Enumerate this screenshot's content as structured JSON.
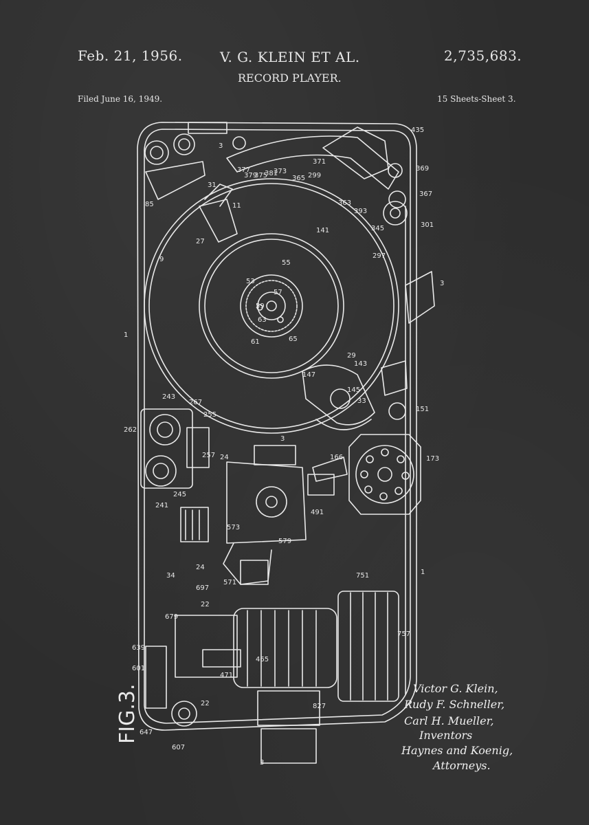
{
  "header": {
    "date": "Feb. 21, 1956.",
    "inventors": "V. G. KLEIN ET AL.",
    "patent_number": "2,735,683.",
    "title": "RECORD PLAYER.",
    "filed": "Filed June 16, 1949.",
    "sheets": "15 Sheets-Sheet 3."
  },
  "figure_label": "FIG.3.",
  "signature": {
    "line1": "Victor G. Klein,",
    "line2": "Rudy F. Schneller,",
    "line3": "Carl H. Mueller,",
    "line4": "Inventors",
    "line5": "Haynes and Koenig,",
    "line6": "Attorneys."
  },
  "reference_numerals": {
    "r1": "1",
    "r3": "3",
    "r9": "9",
    "r11": "11",
    "r27": "27",
    "r29": "29",
    "r31": "31",
    "r33": "33",
    "r53": "53",
    "r55": "55",
    "r57": "57",
    "r59": "59",
    "r61": "61",
    "r63": "63",
    "r65": "65",
    "r85": "85",
    "r141": "141",
    "r143": "143",
    "r145": "145",
    "r147": "147",
    "r151": "151",
    "r166": "166",
    "r173": "173",
    "r241": "241",
    "r243": "243",
    "r245": "245",
    "r255": "255",
    "r257": "257",
    "r262": "262",
    "r267": "267",
    "r297": "297",
    "r299": "299",
    "r301": "301",
    "r345": "345",
    "r363": "363",
    "r365": "365",
    "r367": "367",
    "r369": "369",
    "r371": "371",
    "r373": "373",
    "r375": "375",
    "r377": "377",
    "r379": "379",
    "r381": "381",
    "r393": "393",
    "r435": "435",
    "r465": "465",
    "r471": "471",
    "r491": "491",
    "r571": "571",
    "r573": "573",
    "r579": "579",
    "r601": "601",
    "r607": "607",
    "r639": "639",
    "r647": "647",
    "r679": "679",
    "r697": "697",
    "r751": "751",
    "r757": "757",
    "r827": "827",
    "r24": "24",
    "r22": "22",
    "r34": "34"
  }
}
